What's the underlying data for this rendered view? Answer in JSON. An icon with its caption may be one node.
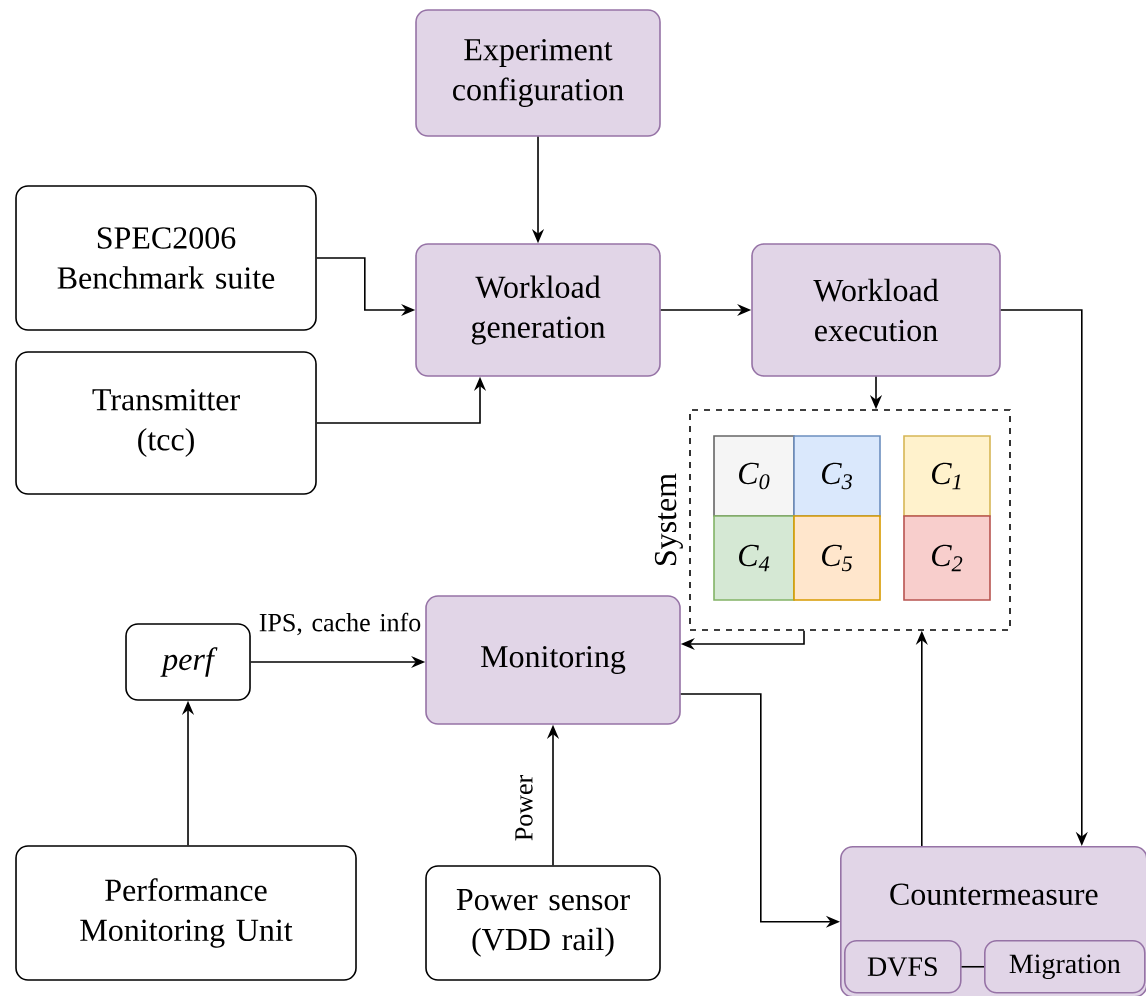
{
  "diagram": {
    "nodes": [
      {
        "text": [
          "Experiment configuration"
        ]
      },
      {
        "text": [
          "SPEC2006 Benchmark suite"
        ]
      },
      {
        "text": [
          "Workload generation"
        ]
      },
      {
        "text": [
          "Workload execution"
        ]
      },
      {
        "text": [
          "Transmitter (tcc)"
        ]
      },
      {
        "text": [
          "System"
        ]
      },
      {
        "text": [
          "C$_{0}$"
        ],
        "in": 5
      },
      {
        "text": [
          "C$_{3}$"
        ],
        "in": 5
      },
      {
        "text": [
          "C$_{1}$"
        ],
        "in": 5
      },
      {
        "text": [
          "C$_{4}$"
        ],
        "in": 5
      },
      {
        "text": [
          "C$_{5}$"
        ],
        "in": 5
      },
      {
        "text": [
          "C$_{2}$"
        ],
        "in": 5
      },
      {
        "text": [
          "perf"
        ]
      },
      {
        "text": [
          "Monitoring"
        ]
      },
      {
        "text": [
          "Performance Monitoring Unit"
        ]
      },
      {
        "text": [
          "Power sensor (VDD rail)"
        ]
      },
      {
        "text": [
          "Countermeasure"
        ]
      },
      {
        "text": [
          "DVFS"
        ],
        "in": 16
      },
      {
        "text": [
          "Migration"
        ],
        "in": 16
      }
    ],
    "edges": [
      {
        "from": 0,
        "to": 2,
        "arrow": "to"
      },
      {
        "from": 1,
        "to": 2,
        "arrow": "to"
      },
      {
        "from": 4,
        "to": 2,
        "arrow": "to"
      },
      {
        "from": 2,
        "to": 3,
        "arrow": "to"
      },
      {
        "from": 3,
        "to": 5,
        "arrow": "to"
      },
      {
        "from": 5,
        "to": 13,
        "arrow": "to"
      },
      {
        "from": 3,
        "to": 16,
        "arrow": "to"
      },
      {
        "from": 16,
        "to": 5,
        "arrow": "to"
      },
      {
        "from": 13,
        "to": 16,
        "arrow": "to"
      },
      {
        "from": 12,
        "to": 13,
        "arrow": "to",
        "label": "IPS, cache info"
      },
      {
        "from": 14,
        "to": 12,
        "arrow": "to"
      },
      {
        "from": 15,
        "to": 13,
        "arrow": "to",
        "label": "Power"
      },
      {
        "from": 17,
        "to": 18,
        "arrow": "none"
      }
    ]
  }
}
